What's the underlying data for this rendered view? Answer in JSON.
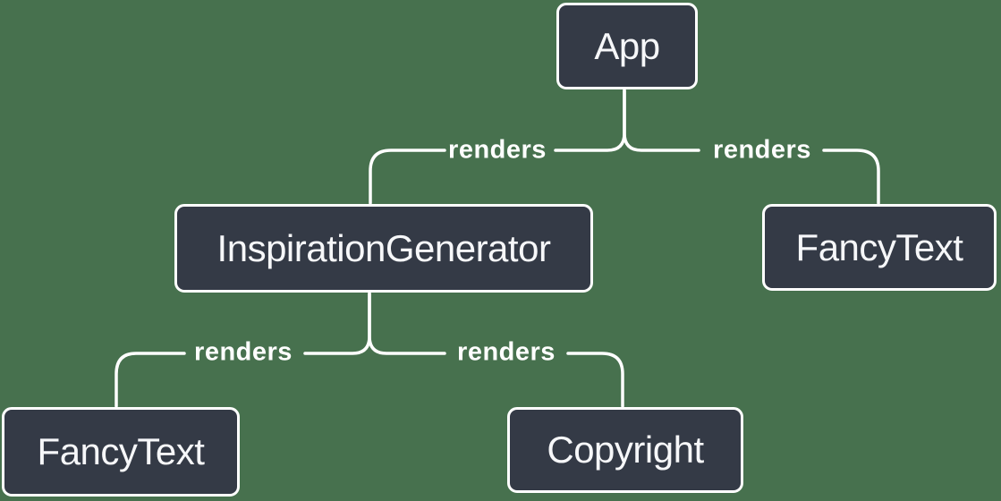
{
  "diagram": {
    "type": "tree",
    "description": "React render tree diagram",
    "colors": {
      "background": "#47714E",
      "node_fill": "#343A46",
      "node_border": "#FFFFFF",
      "node_text": "#F6F7F9",
      "edge_line": "#FFFFFF",
      "edge_label_text": "#FFFFFF"
    },
    "nodes": [
      {
        "id": "app",
        "label": "App"
      },
      {
        "id": "inspiration-generator",
        "label": "InspirationGenerator"
      },
      {
        "id": "fancy-text-top",
        "label": "FancyText"
      },
      {
        "id": "fancy-text-bottom",
        "label": "FancyText"
      },
      {
        "id": "copyright",
        "label": "Copyright"
      }
    ],
    "edges": [
      {
        "from": "app",
        "to": "inspiration-generator",
        "label": "renders"
      },
      {
        "from": "app",
        "to": "fancy-text-top",
        "label": "renders"
      },
      {
        "from": "inspiration-generator",
        "to": "fancy-text-bottom",
        "label": "renders"
      },
      {
        "from": "inspiration-generator",
        "to": "copyright",
        "label": "renders"
      }
    ]
  }
}
